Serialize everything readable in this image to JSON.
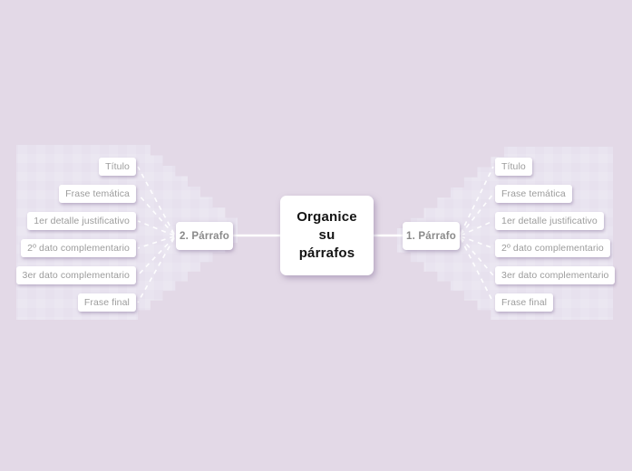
{
  "canvas": {
    "background": "#e3d9e7",
    "cloud_fill": "#e7e1ee",
    "connector_color": "#ffffff",
    "node_fill": "#ffffff"
  },
  "map": {
    "root": {
      "label": "Organice\nsu\npárrafos"
    },
    "branches": [
      {
        "label": "2. Párrafo",
        "side": "left",
        "children": [
          "Título",
          "Frase temática",
          "1er detalle justificativo",
          "2º dato complementario",
          "3er dato complementario",
          "Frase final"
        ]
      },
      {
        "label": "1. Párrafo",
        "side": "right",
        "children": [
          "Título",
          "Frase temática",
          "1er detalle justificativo",
          "2º dato complementario",
          "3er dato complementario",
          "Frase final"
        ]
      }
    ]
  }
}
